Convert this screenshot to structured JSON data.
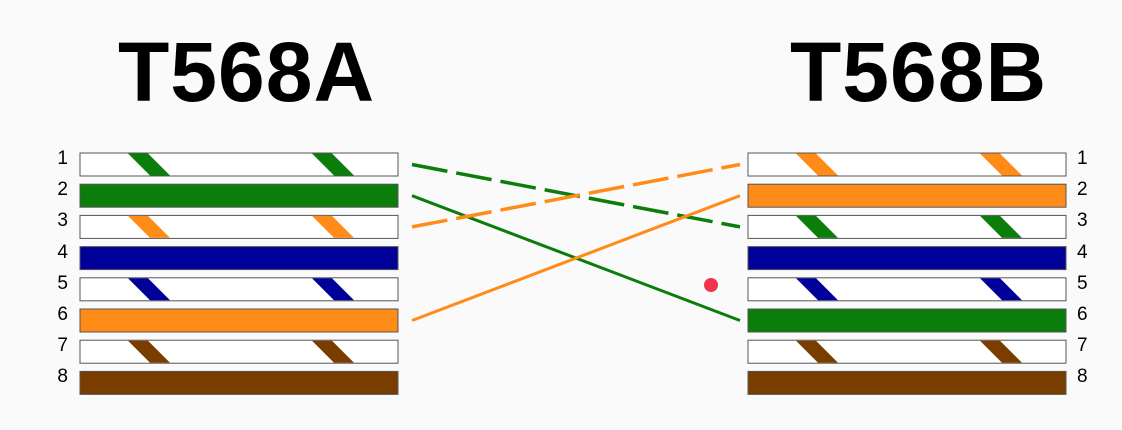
{
  "diagram": {
    "left": {
      "title": "T568A",
      "pins": [
        {
          "number": "1",
          "color": "green",
          "striped": true
        },
        {
          "number": "2",
          "color": "green",
          "striped": false
        },
        {
          "number": "3",
          "color": "orange",
          "striped": true
        },
        {
          "number": "4",
          "color": "blue",
          "striped": false
        },
        {
          "number": "5",
          "color": "blue",
          "striped": true
        },
        {
          "number": "6",
          "color": "orange",
          "striped": false
        },
        {
          "number": "7",
          "color": "brown",
          "striped": true
        },
        {
          "number": "8",
          "color": "brown",
          "striped": false
        }
      ]
    },
    "right": {
      "title": "T568B",
      "pins": [
        {
          "number": "1",
          "color": "orange",
          "striped": true
        },
        {
          "number": "2",
          "color": "orange",
          "striped": false
        },
        {
          "number": "3",
          "color": "green",
          "striped": true
        },
        {
          "number": "4",
          "color": "blue",
          "striped": false
        },
        {
          "number": "5",
          "color": "blue",
          "striped": true
        },
        {
          "number": "6",
          "color": "green",
          "striped": false
        },
        {
          "number": "7",
          "color": "brown",
          "striped": true
        },
        {
          "number": "8",
          "color": "brown",
          "striped": false
        }
      ]
    },
    "connections": [
      {
        "from_pin": 1,
        "to_pin": 3,
        "color": "green",
        "dashed": true
      },
      {
        "from_pin": 2,
        "to_pin": 6,
        "color": "green",
        "dashed": false
      },
      {
        "from_pin": 3,
        "to_pin": 1,
        "color": "orange",
        "dashed": true
      },
      {
        "from_pin": 6,
        "to_pin": 2,
        "color": "orange",
        "dashed": false
      }
    ],
    "colors": {
      "green": "#0b7d0b",
      "orange": "#ff8c19",
      "blue": "#000099",
      "brown": "#7a3d00",
      "white": "#ffffff",
      "outline": "#555555",
      "pointer": "#f0344f"
    }
  }
}
